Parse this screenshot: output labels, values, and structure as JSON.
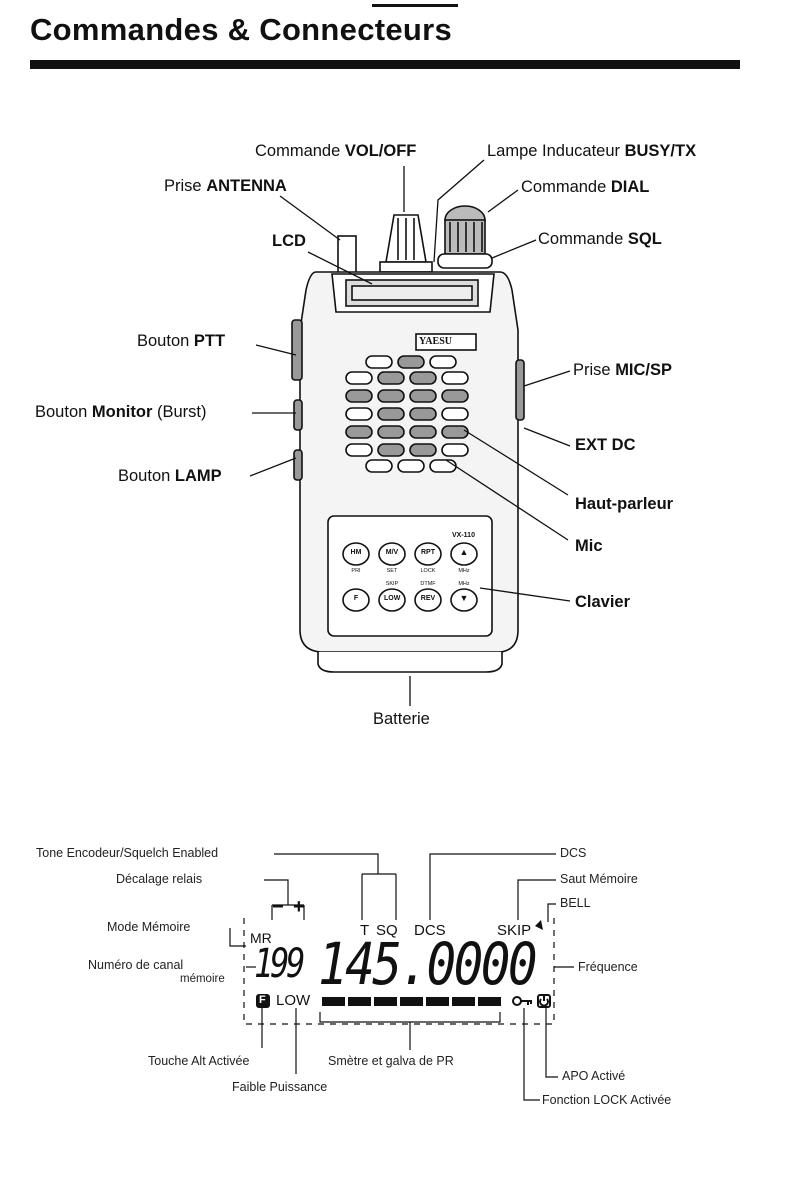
{
  "header": {
    "title": "Commandes & Connecteurs"
  },
  "radio_labels": {
    "vol": {
      "pre": "Commande ",
      "bold": "VOL/OFF",
      "post": ""
    },
    "lamp_ind": {
      "pre": "Lampe Inducateur ",
      "bold": "BUSY/TX",
      "post": ""
    },
    "antenna": {
      "pre": "Prise ",
      "bold": "ANTENNA",
      "post": ""
    },
    "dial": {
      "pre": "Commande ",
      "bold": "DIAL",
      "post": ""
    },
    "lcd": {
      "pre": "",
      "bold": "LCD",
      "post": ""
    },
    "sql": {
      "pre": "Commande ",
      "bold": "SQL",
      "post": ""
    },
    "ptt": {
      "pre": "Bouton ",
      "bold": "PTT",
      "post": ""
    },
    "micsp": {
      "pre": "Prise ",
      "bold": "MIC/SP",
      "post": ""
    },
    "monitor": {
      "pre": "Bouton ",
      "bold": "Monitor",
      "post": " (Burst)"
    },
    "extdc": {
      "pre": "",
      "bold": "EXT DC",
      "post": ""
    },
    "lampbtn": {
      "pre": "Bouton ",
      "bold": "LAMP",
      "post": ""
    },
    "hp": {
      "pre": "",
      "bold": "Haut-parleur",
      "post": ""
    },
    "mic": {
      "pre": "",
      "bold": "Mic",
      "post": ""
    },
    "clavier": {
      "pre": "",
      "bold": "Clavier",
      "post": ""
    },
    "batterie": {
      "pre": "Batterie",
      "bold": "",
      "post": ""
    }
  },
  "radio_body": {
    "brand": "YAESU",
    "model": "VX-110",
    "keys": [
      "HM",
      "M/V",
      "RPT",
      "▲",
      "F",
      "LOW",
      "REV",
      "▼"
    ],
    "key_labels_top": [
      "PRI",
      "SET",
      "LOCK",
      "MHz"
    ],
    "key_labels_mid": [
      "SKIP",
      "DTMF",
      "MHz"
    ]
  },
  "lcd_labels": {
    "tone": "Tone Encodeur/Squelch Enabled",
    "dcs": "DCS",
    "decalage": "Décalage relais",
    "saut": "Saut Mémoire",
    "bell": "BELL",
    "mode": "Mode Mémoire",
    "numero1": "Numéro de canal",
    "numero2": "mémoire",
    "frequence": "Fréquence",
    "apo": "APO Activé",
    "lock": "Fonction LOCK Activée",
    "touche": "Touche Alt Activée",
    "smetre": "Smètre et galva de PR",
    "faible": "Faible Puissance"
  },
  "lcd_display": {
    "minus": "−",
    "plus": "+",
    "mr": "MR",
    "t": "T",
    "sq": "SQ",
    "dcs": "DCS",
    "skip": "SKIP",
    "channel": "199",
    "frequency": "145.0000",
    "f_key": "F",
    "low": "LOW",
    "meter_segments": 7
  }
}
